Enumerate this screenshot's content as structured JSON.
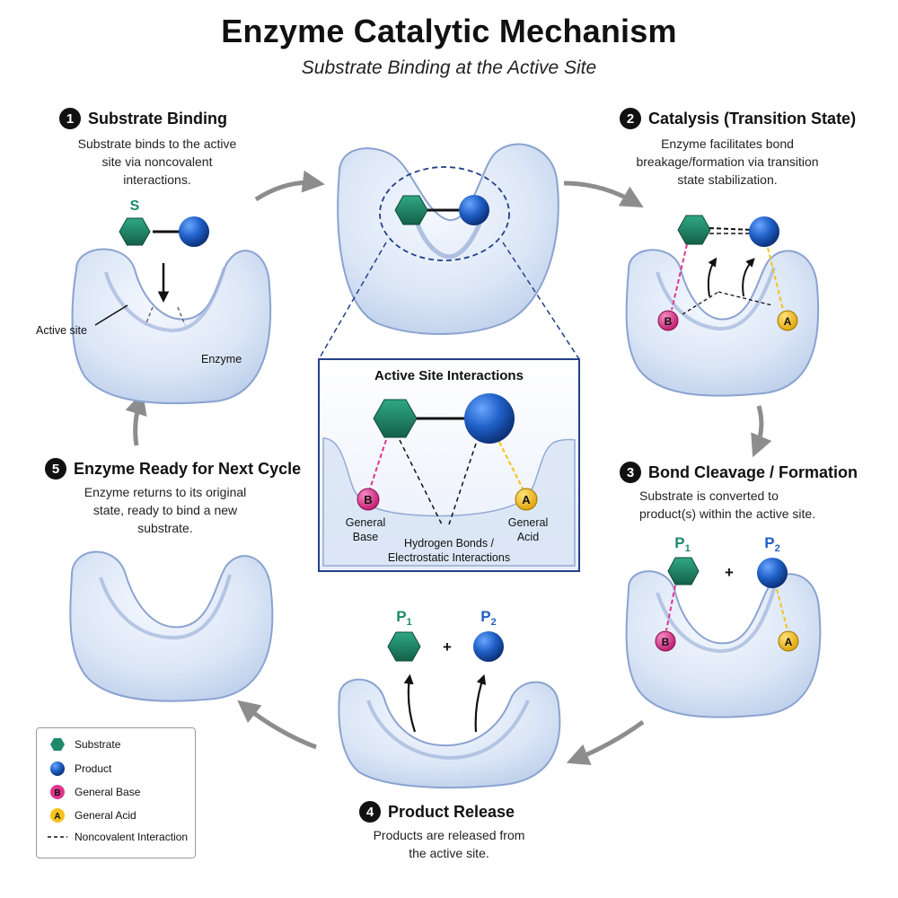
{
  "header": {
    "title": "Enzyme Catalytic Mechanism",
    "subtitle": "Substrate Binding at the Active Site"
  },
  "steps": [
    {
      "num": "1",
      "title": "Substrate Binding",
      "description": "Substrate binds to the active site via noncovalent interactions."
    },
    {
      "num": "2",
      "title": "Catalysis (Transition State)",
      "description": "Enzyme facilitates bond breakage/formation via transition state stabilization."
    },
    {
      "num": "3",
      "title": "Bond Cleavage / Formation",
      "description": "Substrate is converted to product(s) within the active site."
    },
    {
      "num": "4",
      "title": "Product Release",
      "description": "Products are released from the active site."
    },
    {
      "num": "5",
      "title": "Enzyme Ready for Next Cycle",
      "description": "Enzyme returns to its original state, ready to bind a new substrate."
    }
  ],
  "labels": {
    "substrate_letter": "S",
    "active_site": "Active site",
    "enzyme": "Enzyme",
    "base_letter": "B",
    "acid_letter": "A",
    "plus": "+",
    "p1": "P",
    "p1_sub": "1",
    "p2": "P",
    "p2_sub": "2"
  },
  "inset": {
    "title": "Active Site Interactions",
    "general_base": "General Base",
    "general_acid": "General Acid",
    "bonds_label": "Hydrogen Bonds / Electrostatic Interactions"
  },
  "legend": {
    "items": [
      {
        "label": "Substrate",
        "icon": "hexagon-icon"
      },
      {
        "label": "Product",
        "icon": "sphere-icon"
      },
      {
        "label": "General Base",
        "icon": "base-b-icon"
      },
      {
        "label": "General Acid",
        "icon": "acid-a-icon"
      },
      {
        "label": "Noncovalent Interaction",
        "icon": "dashed-line-icon"
      }
    ]
  },
  "colors": {
    "substrate": "#1e8a6a",
    "product": "#1f5fc6",
    "base": "#e0358f",
    "acid": "#f5c21b",
    "enzyme": "#dbe6f6",
    "enzyme_edge": "#8aa3cf",
    "arrow": "#8d8d8d",
    "inset_border": "#23408a"
  }
}
